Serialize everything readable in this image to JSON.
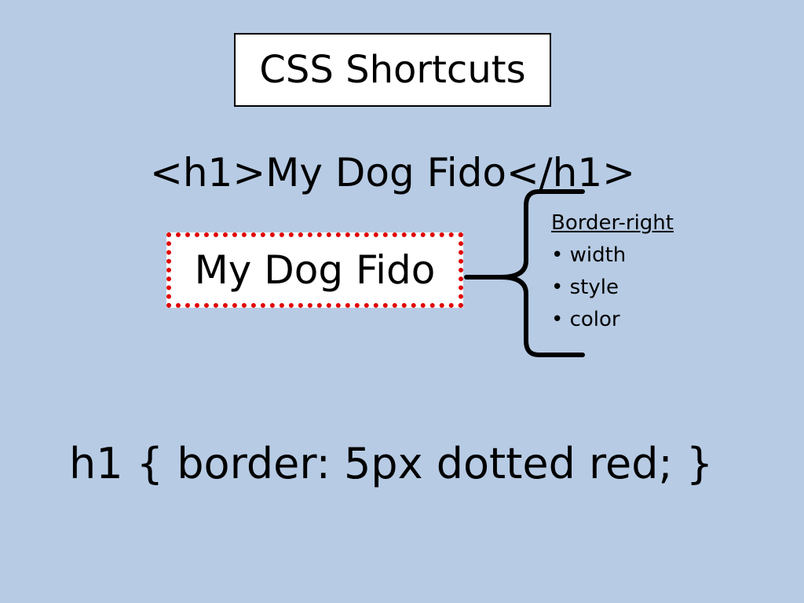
{
  "slide": {
    "title": "CSS Shortcuts",
    "html_code": "<h1>My Dog Fido</h1>",
    "demo_heading": "My Dog Fido",
    "brace_list": {
      "heading": "Border-right",
      "items": [
        "• width",
        "• style",
        "• color"
      ]
    },
    "css_rule": "h1 { border: 5px dotted red; }"
  },
  "colors": {
    "background": "#b7cbe4",
    "dotted_border": "#e00000"
  }
}
